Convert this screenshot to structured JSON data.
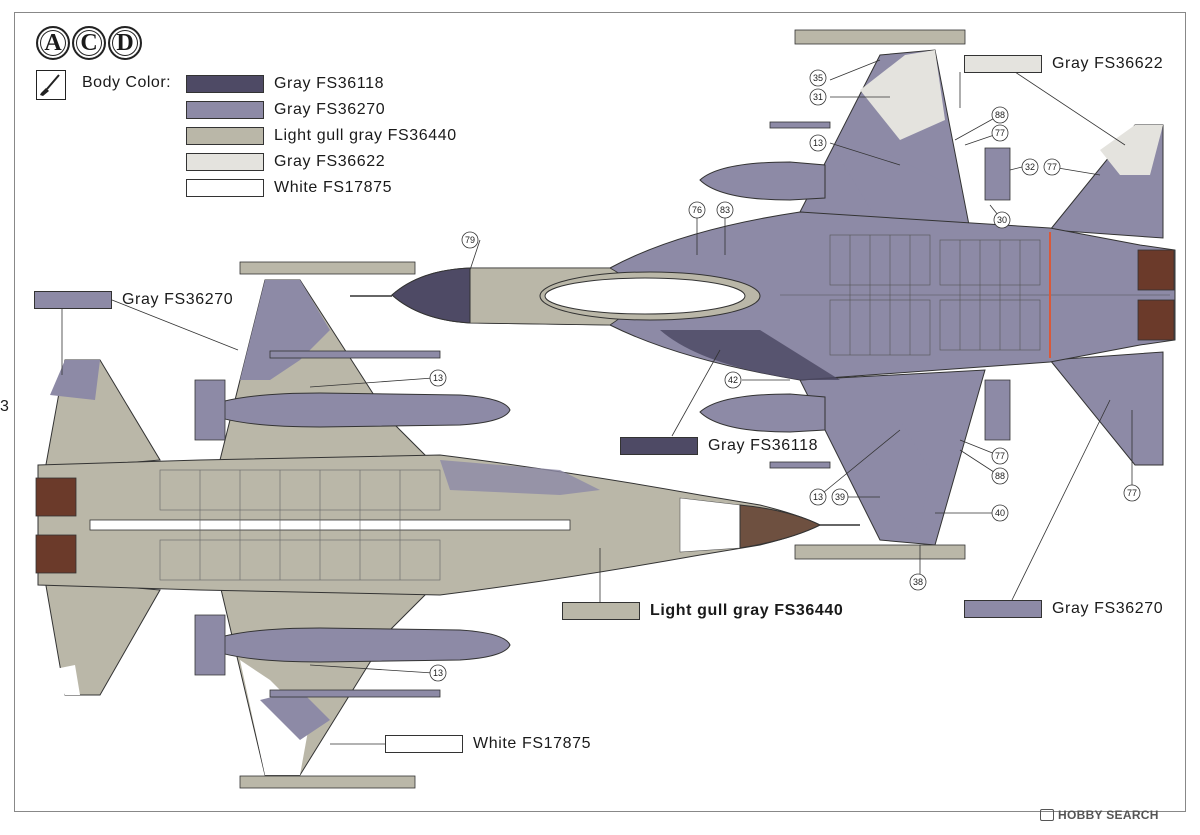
{
  "badges": [
    "A",
    "C",
    "D"
  ],
  "body_color_label": "Body Color:",
  "legend": [
    {
      "label": "Gray FS36118",
      "color": "#4e4a65"
    },
    {
      "label": "Gray FS36270",
      "color": "#8d8aa6"
    },
    {
      "label": "Light gull gray FS36440",
      "color": "#bab7a8"
    },
    {
      "label": "Gray FS36622",
      "color": "#e4e3de"
    },
    {
      "label": "White FS17875",
      "color": "#ffffff"
    }
  ],
  "callouts": {
    "top_left_gray": "Gray FS36270",
    "top_right_gray": "Gray FS36622",
    "mid_gray_36118": "Gray FS36118",
    "light_gull": "Light gull gray FS36440",
    "bottom_right_gray": "Gray FS36270",
    "bottom_white": "White FS17875"
  },
  "part_numbers": [
    "35",
    "31",
    "88",
    "77",
    "13",
    "32",
    "77",
    "76",
    "83",
    "30",
    "79",
    "13",
    "42",
    "77",
    "88",
    "13",
    "39",
    "40",
    "38",
    "77",
    "13"
  ],
  "page_mark": "3",
  "watermark": "HOBBY SEARCH",
  "colors": {
    "gray_36118": "#4e4a65",
    "gray_36270": "#8d8aa6",
    "light_gull": "#bab7a8",
    "gray_36622": "#e4e3de",
    "white": "#ffffff",
    "nozzle": "#6b3a2a",
    "radome": "#6e5040"
  }
}
